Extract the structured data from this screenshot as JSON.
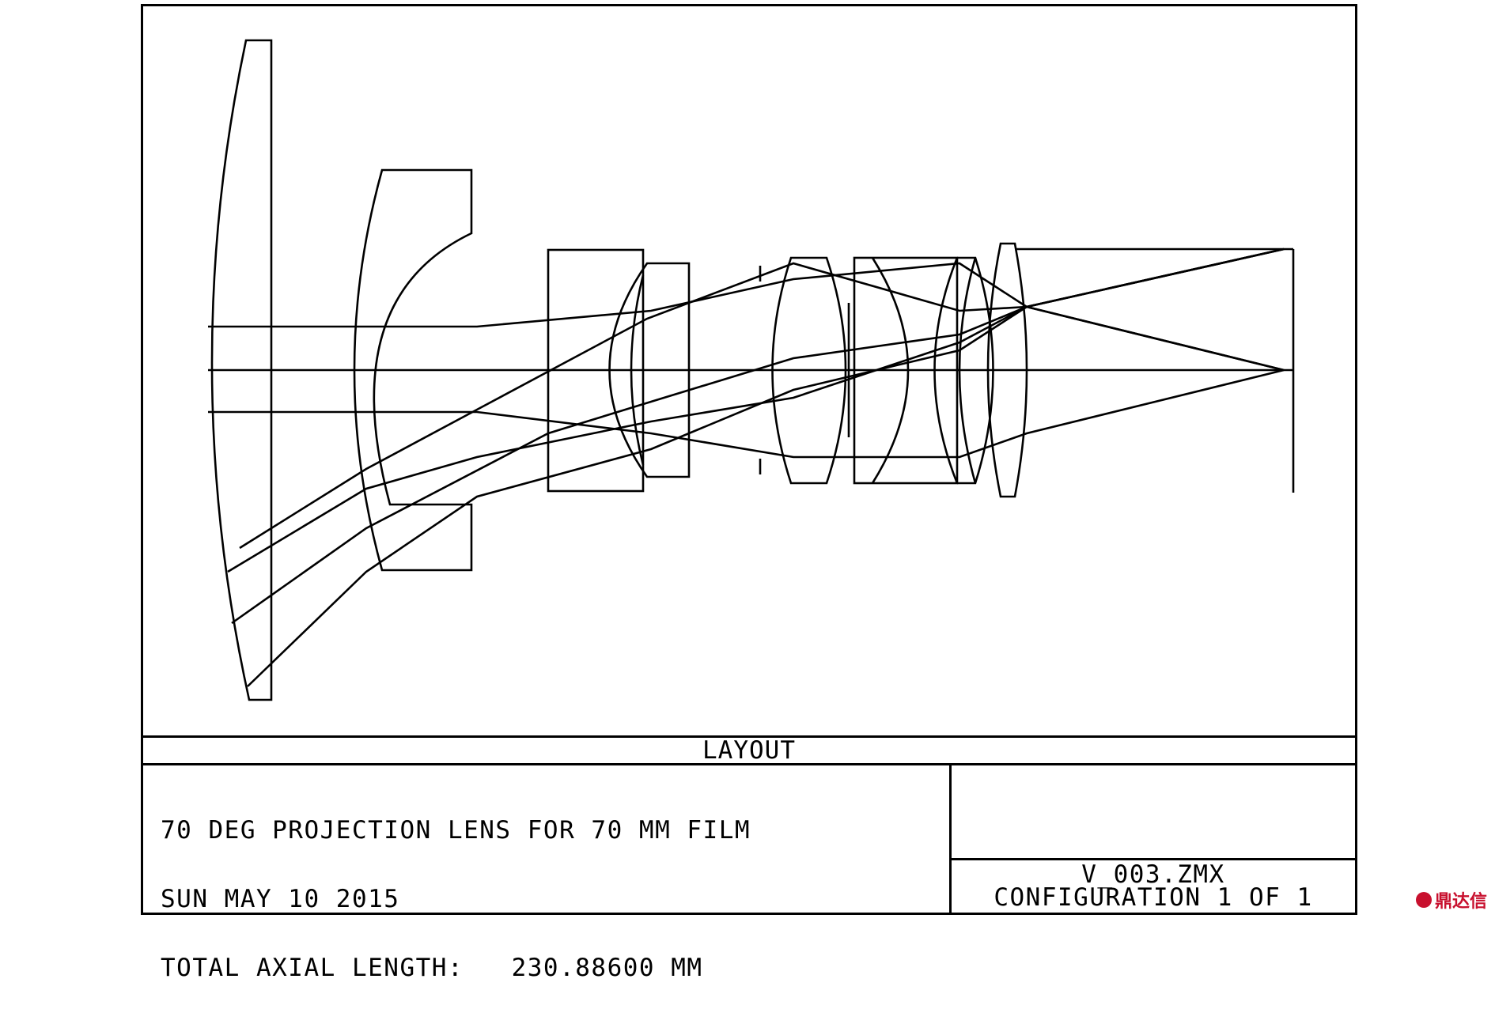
{
  "layout_title": "LAYOUT",
  "info": {
    "line1": "70 DEG PROJECTION LENS FOR 70 MM FILM",
    "line2": "SUN MAY 10 2015",
    "line3": "TOTAL AXIAL LENGTH:   230.88600 MM"
  },
  "file": {
    "name": "V_003.ZMX",
    "configuration": "CONFIGURATION  1  OF  1"
  },
  "watermark": {
    "text": "鼎达信",
    "color": "#c8102e"
  },
  "colors": {
    "line": "#000000",
    "background": "#ffffff"
  }
}
